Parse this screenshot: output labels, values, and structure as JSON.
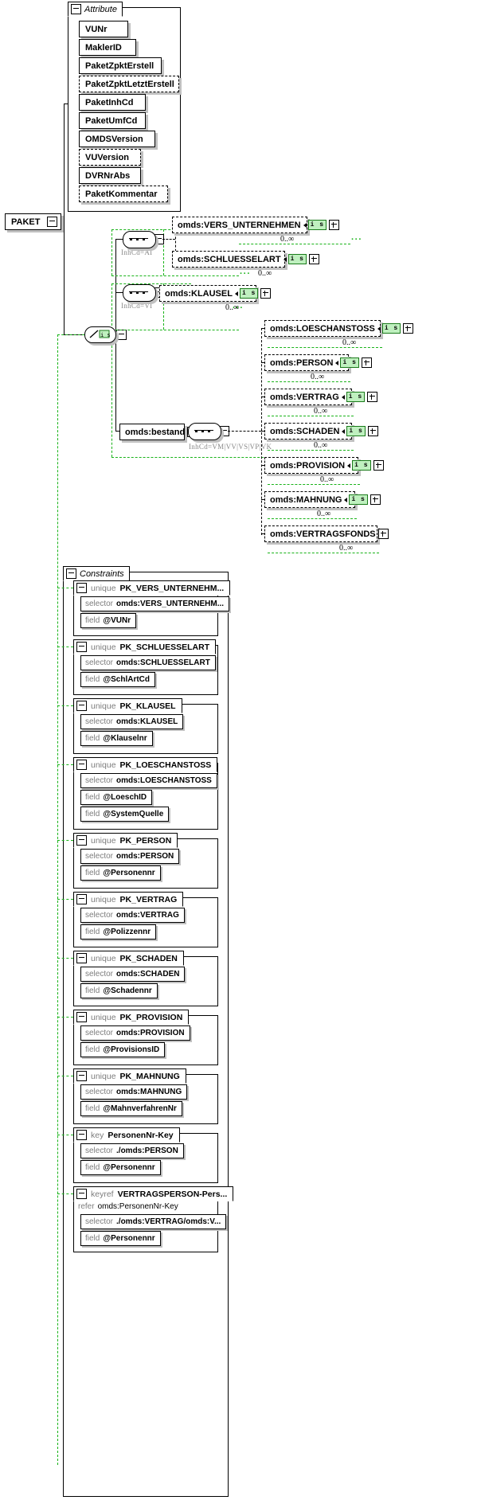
{
  "diagram": {
    "title": "PAKET",
    "root": {
      "label": "PAKET",
      "expander": "minus"
    }
  },
  "attribute_group": {
    "label": "Attribute",
    "expander": "minus",
    "items": [
      {
        "label": "VUNr",
        "optional": false
      },
      {
        "label": "MaklerID",
        "optional": false
      },
      {
        "label": "PaketZpktErstell",
        "optional": false
      },
      {
        "label": "PaketZpktLetztErstell",
        "optional": true
      },
      {
        "label": "PaketInhCd",
        "optional": false
      },
      {
        "label": "PaketUmfCd",
        "optional": false
      },
      {
        "label": "OMDSVersion",
        "optional": false
      },
      {
        "label": "VUVersion",
        "optional": true
      },
      {
        "label": "DVRNrAbs",
        "optional": false
      },
      {
        "label": "PaketKommentar",
        "optional": true
      }
    ]
  },
  "content_model": {
    "choice_label": "",
    "branches": [
      {
        "compositor": "sequence",
        "inhcd": "InhCd=AI",
        "elements": [
          {
            "label": "omds:VERS_UNTERNEHMEN",
            "badge": "i s",
            "cardinality": "0..∞",
            "optional": true
          },
          {
            "label": "omds:SCHLUESSELART",
            "badge": "i s",
            "cardinality": "0..∞",
            "optional": true
          }
        ]
      },
      {
        "compositor": "sequence",
        "inhcd": "InhCd=VI",
        "elements": [
          {
            "label": "omds:KLAUSEL",
            "badge": "i s",
            "cardinality": "0..∞",
            "optional": true
          }
        ]
      },
      {
        "compositor": "sequence",
        "container": "omds:bestand",
        "inhcd": "InhCd=VM|VV|VS|VP|VK",
        "elements": [
          {
            "label": "omds:LOESCHANSTOSS",
            "badge": "i s",
            "cardinality": "0..∞",
            "optional": true
          },
          {
            "label": "omds:PERSON",
            "badge": "i s",
            "cardinality": "0..∞",
            "optional": true
          },
          {
            "label": "omds:VERTRAG",
            "badge": "i s",
            "cardinality": "0..∞",
            "optional": true
          },
          {
            "label": "omds:SCHADEN",
            "badge": "i s",
            "cardinality": "0..∞",
            "optional": true
          },
          {
            "label": "omds:PROVISION",
            "badge": "i s",
            "cardinality": "0..∞",
            "optional": true
          },
          {
            "label": "omds:MAHNUNG",
            "badge": "i s",
            "cardinality": "0..∞",
            "optional": true
          },
          {
            "label": "omds:VERTRAGSFONDS",
            "badge": "",
            "cardinality": "0..∞",
            "optional": true
          }
        ]
      }
    ]
  },
  "constraints": {
    "label": "Constraints",
    "expander": "minus",
    "items": [
      {
        "kind": "unique",
        "name": "PK_VERS_UNTERNEHM...",
        "rows": [
          {
            "k": "selector",
            "v": "omds:VERS_UNTERNEHM..."
          },
          {
            "k": "field",
            "v": "@VUNr"
          }
        ]
      },
      {
        "kind": "unique",
        "name": "PK_SCHLUESSELART",
        "rows": [
          {
            "k": "selector",
            "v": "omds:SCHLUESSELART"
          },
          {
            "k": "field",
            "v": "@SchlArtCd"
          }
        ]
      },
      {
        "kind": "unique",
        "name": "PK_KLAUSEL",
        "rows": [
          {
            "k": "selector",
            "v": "omds:KLAUSEL"
          },
          {
            "k": "field",
            "v": "@Klauselnr"
          }
        ]
      },
      {
        "kind": "unique",
        "name": "PK_LOESCHANSTOSS",
        "rows": [
          {
            "k": "selector",
            "v": "omds:LOESCHANSTOSS"
          },
          {
            "k": "field",
            "v": "@LoeschID"
          },
          {
            "k": "field",
            "v": "@SystemQuelle"
          }
        ]
      },
      {
        "kind": "unique",
        "name": "PK_PERSON",
        "rows": [
          {
            "k": "selector",
            "v": "omds:PERSON"
          },
          {
            "k": "field",
            "v": "@Personennr"
          }
        ]
      },
      {
        "kind": "unique",
        "name": "PK_VERTRAG",
        "rows": [
          {
            "k": "selector",
            "v": "omds:VERTRAG"
          },
          {
            "k": "field",
            "v": "@Polizzennr"
          }
        ]
      },
      {
        "kind": "unique",
        "name": "PK_SCHADEN",
        "rows": [
          {
            "k": "selector",
            "v": "omds:SCHADEN"
          },
          {
            "k": "field",
            "v": "@Schadennr"
          }
        ]
      },
      {
        "kind": "unique",
        "name": "PK_PROVISION",
        "rows": [
          {
            "k": "selector",
            "v": "omds:PROVISION"
          },
          {
            "k": "field",
            "v": "@ProvisionsID"
          }
        ]
      },
      {
        "kind": "unique",
        "name": "PK_MAHNUNG",
        "rows": [
          {
            "k": "selector",
            "v": "omds:MAHNUNG"
          },
          {
            "k": "field",
            "v": "@MahnverfahrenNr"
          }
        ]
      },
      {
        "kind": "key",
        "name": "PersonenNr-Key",
        "rows": [
          {
            "k": "selector",
            "v": "./omds:PERSON"
          },
          {
            "k": "field",
            "v": "@Personennr"
          }
        ]
      },
      {
        "kind": "keyref",
        "name": "VERTRAGSPERSON-Pers...",
        "refer": {
          "k": "refer",
          "v": "omds:PersonenNr-Key"
        },
        "rows": [
          {
            "k": "selector",
            "v": "./omds:VERTRAG/omds:V..."
          },
          {
            "k": "field",
            "v": "@Personennr"
          }
        ]
      }
    ]
  },
  "colors": {
    "line": "#000000",
    "green": "#19b319",
    "badge_bg": "#bff0bf",
    "badge_border": "#1a7a1a",
    "shadow": "#c0c0c0",
    "muted": "#7d7d7d"
  }
}
